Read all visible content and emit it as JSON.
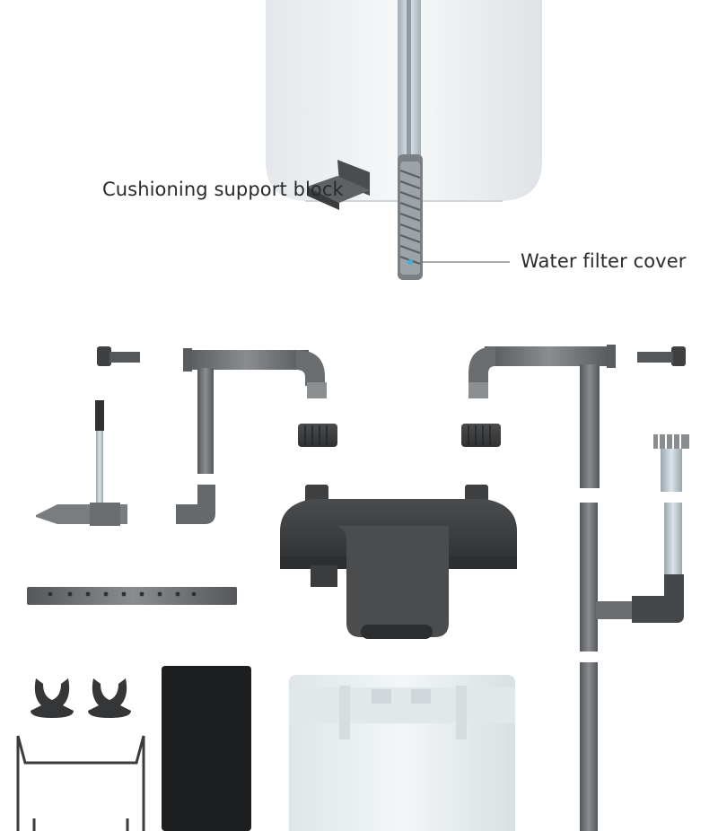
{
  "labels": {
    "cushioning_support_block": "Cushioning support block",
    "water_filter_cover": "Water filter cover"
  },
  "colors": {
    "background": "#ffffff",
    "canister_white": "#eef1f3",
    "dark_plastic": "#3e4042",
    "grey_pipe": "#6a6d70",
    "clear_tube": "#c8d6df",
    "leader_line": "#555555"
  },
  "parts": [
    "filter-canister-top",
    "intake-tube",
    "intake-strainer-cover",
    "cushioning-support-block",
    "hose-clamp-left",
    "hose-clamp-right",
    "outlet-pipe-bend",
    "inlet-pipe-bend",
    "hose-nut-left",
    "hose-nut-right",
    "air-venturi-nozzle",
    "elbow-connector",
    "spray-bar",
    "filter-head-lid",
    "filter-sponge-insert",
    "suction-cup-clips",
    "hanging-bracket",
    "filter-canister-body",
    "strainer-basket",
    "intake-extension-pipes",
    "t-junction-valve"
  ]
}
